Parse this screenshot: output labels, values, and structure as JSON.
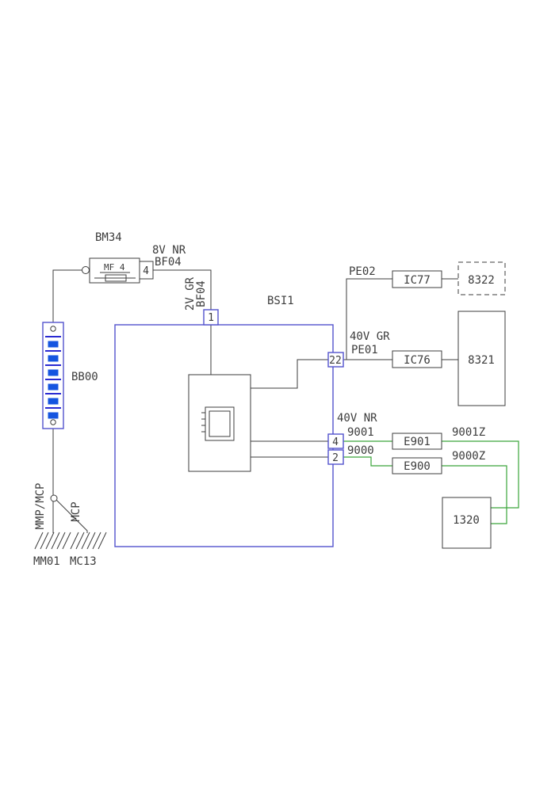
{
  "diagram_type": "automotive-wiring-schematic",
  "labels": {
    "bm34": "BM34",
    "mf4": "MF 4",
    "bm34_pin": "4",
    "w8v": "8V NR",
    "wbf04": "BF04",
    "w2v": "2V GR",
    "wbf04v": "BF04",
    "bsi1": "BSI1",
    "pin1": "1",
    "pin22": "22",
    "pin4": "4",
    "pin2": "2",
    "bb00": "BB00",
    "pe02": "PE02",
    "ic77": "IC77",
    "c8322": "8322",
    "w40gr": "40V GR",
    "pe01": "PE01",
    "ic76": "IC76",
    "c8321": "8321",
    "w40nr": "40V NR",
    "w9001": "9001",
    "e901": "E901",
    "w9001z": "9001Z",
    "w9000": "9000",
    "e900": "E900",
    "w9000z": "9000Z",
    "c1320": "1320",
    "mmp": "MMP/MCP",
    "mcp": "MCP",
    "mm01": "MM01",
    "mc13": "MC13"
  },
  "colors": {
    "line": "#3c3c3c",
    "text": "#3c3c3c",
    "blue": "#5353cd",
    "battery_outline": "#2a2ad2",
    "battery_cell": "#1555e0",
    "green": "#3aa53a",
    "bg": "#ffffff"
  }
}
